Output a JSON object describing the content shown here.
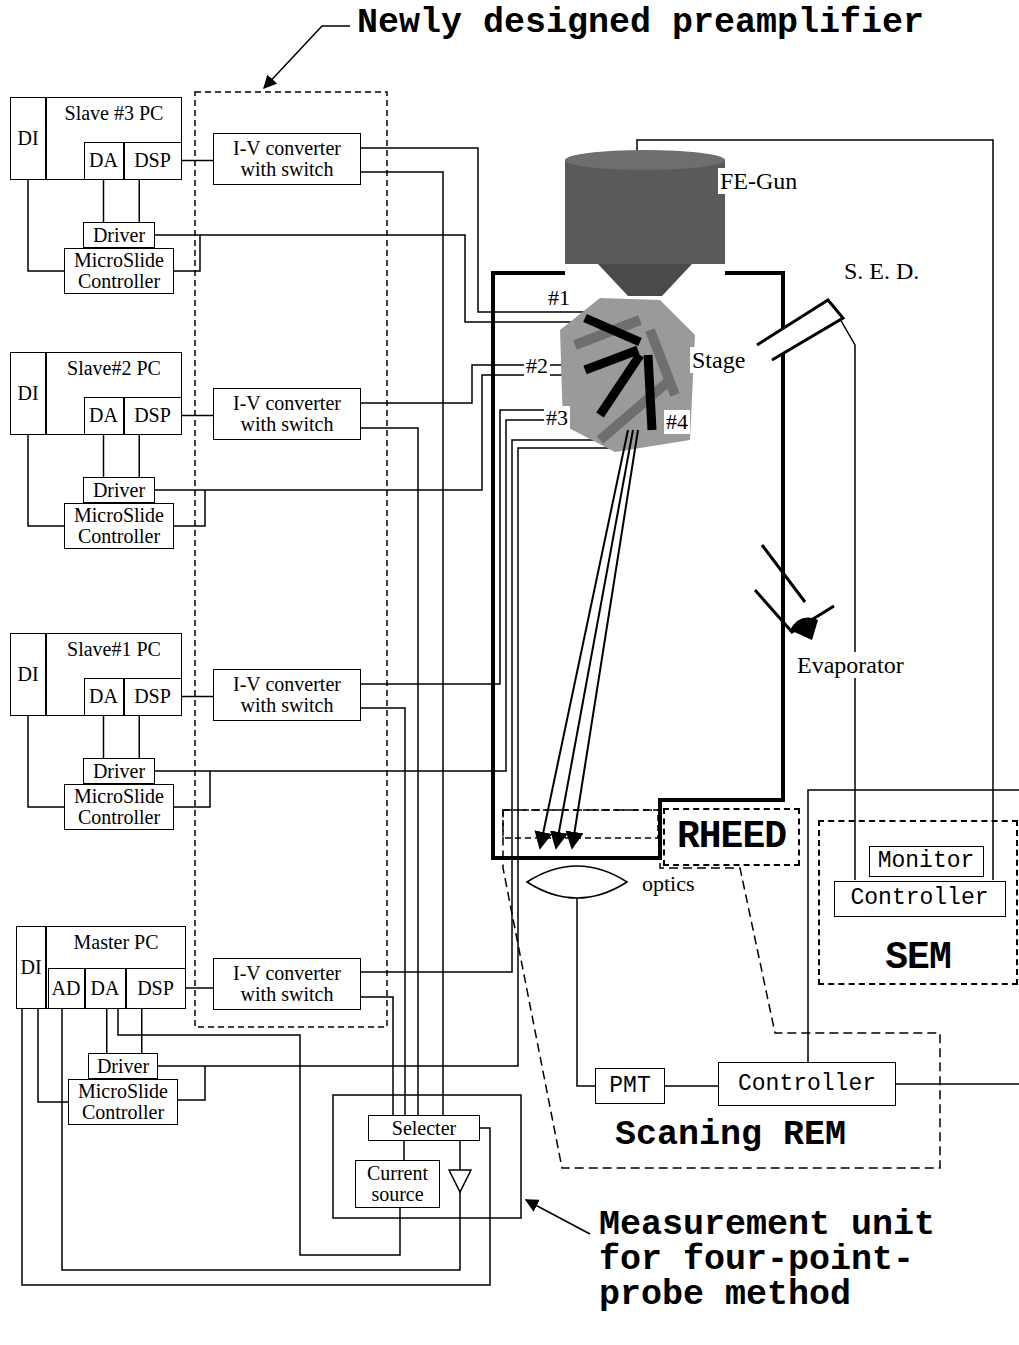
{
  "diagram": {
    "nodes": [
      {
        "text": [
          "DI"
        ]
      },
      {
        "text": [
          "Slave #3 PC"
        ]
      },
      {
        "text": [
          "DA"
        ],
        "in": 1
      },
      {
        "text": [
          "DSP"
        ],
        "in": 1
      },
      {
        "text": [
          "Driver"
        ]
      },
      {
        "text": [
          "MicroSlide Controller"
        ]
      },
      {
        "text": [
          "I-V converter with switch"
        ]
      },
      {
        "text": [
          "DI"
        ]
      },
      {
        "text": [
          "Slave#2 PC"
        ]
      },
      {
        "text": [
          "DA"
        ],
        "in": 8
      },
      {
        "text": [
          "DSP"
        ],
        "in": 8
      },
      {
        "text": [
          "Driver"
        ]
      },
      {
        "text": [
          "MicroSlide Controller"
        ]
      },
      {
        "text": [
          "I-V converter with switch"
        ]
      },
      {
        "text": [
          "DI"
        ]
      },
      {
        "text": [
          "Slave#1 PC"
        ]
      },
      {
        "text": [
          "DA"
        ],
        "in": 15
      },
      {
        "text": [
          "DSP"
        ],
        "in": 15
      },
      {
        "text": [
          "Driver"
        ]
      },
      {
        "text": [
          "MicroSlide Controller"
        ]
      },
      {
        "text": [
          "I-V converter with switch"
        ]
      },
      {
        "text": [
          "DI"
        ]
      },
      {
        "text": [
          "Master PC"
        ]
      },
      {
        "text": [
          "AD"
        ],
        "in": 22
      },
      {
        "text": [
          "DA"
        ],
        "in": 22
      },
      {
        "text": [
          "DSP"
        ],
        "in": 22
      },
      {
        "text": [
          "Driver"
        ]
      },
      {
        "text": [
          "MicroSlide Controller"
        ]
      },
      {
        "text": [
          "I-V converter with switch"
        ]
      },
      {
        "text": [
          "Selecter"
        ]
      },
      {
        "text": [
          "Current source"
        ]
      },
      {
        "text": [
          "RHEED"
        ]
      },
      {
        "text": [
          "SEM"
        ]
      },
      {
        "text": [
          "Monitor"
        ],
        "in": 32
      },
      {
        "text": [
          "Controller"
        ],
        "in": 32
      },
      {
        "text": [
          "PMT"
        ]
      },
      {
        "text": [
          "Controller"
        ]
      }
    ],
    "edges": [
      {
        "from": 3,
        "to": 6,
        "arrow": "none"
      },
      {
        "from": 2,
        "to": 4,
        "arrow": "none"
      },
      {
        "from": 3,
        "to": 4,
        "arrow": "none"
      },
      {
        "from": 0,
        "to": 5,
        "arrow": "none"
      },
      {
        "from": 10,
        "to": 13,
        "arrow": "none"
      },
      {
        "from": 9,
        "to": 11,
        "arrow": "none"
      },
      {
        "from": 10,
        "to": 11,
        "arrow": "none"
      },
      {
        "from": 7,
        "to": 12,
        "arrow": "none"
      },
      {
        "from": 17,
        "to": 20,
        "arrow": "none"
      },
      {
        "from": 16,
        "to": 18,
        "arrow": "none"
      },
      {
        "from": 17,
        "to": 18,
        "arrow": "none"
      },
      {
        "from": 14,
        "to": 19,
        "arrow": "none"
      },
      {
        "from": 25,
        "to": 28,
        "arrow": "none"
      },
      {
        "from": 24,
        "to": 26,
        "arrow": "none"
      },
      {
        "from": 25,
        "to": 26,
        "arrow": "none"
      },
      {
        "from": 21,
        "to": 27,
        "arrow": "none"
      },
      {
        "from": 24,
        "to": 30,
        "arrow": "none"
      },
      {
        "from": 21,
        "to": 29,
        "arrow": "none"
      },
      {
        "from": 6,
        "to": 29,
        "arrow": "none"
      },
      {
        "from": 13,
        "to": 29,
        "arrow": "none"
      },
      {
        "from": 20,
        "to": 29,
        "arrow": "none"
      },
      {
        "from": 28,
        "to": 29,
        "arrow": "none"
      },
      {
        "from": 29,
        "to": 30,
        "arrow": "none"
      },
      {
        "from": 35,
        "to": 36,
        "arrow": "none"
      }
    ],
    "labels": [
      "Newly designed preamplifier",
      "FE-Gun",
      "S. E. D.",
      "#1",
      "#2",
      "Stage",
      "#3",
      "#4",
      "Evaporator",
      "optics",
      "Scaning REM",
      "Measurement unit for four-point-probe method"
    ]
  }
}
